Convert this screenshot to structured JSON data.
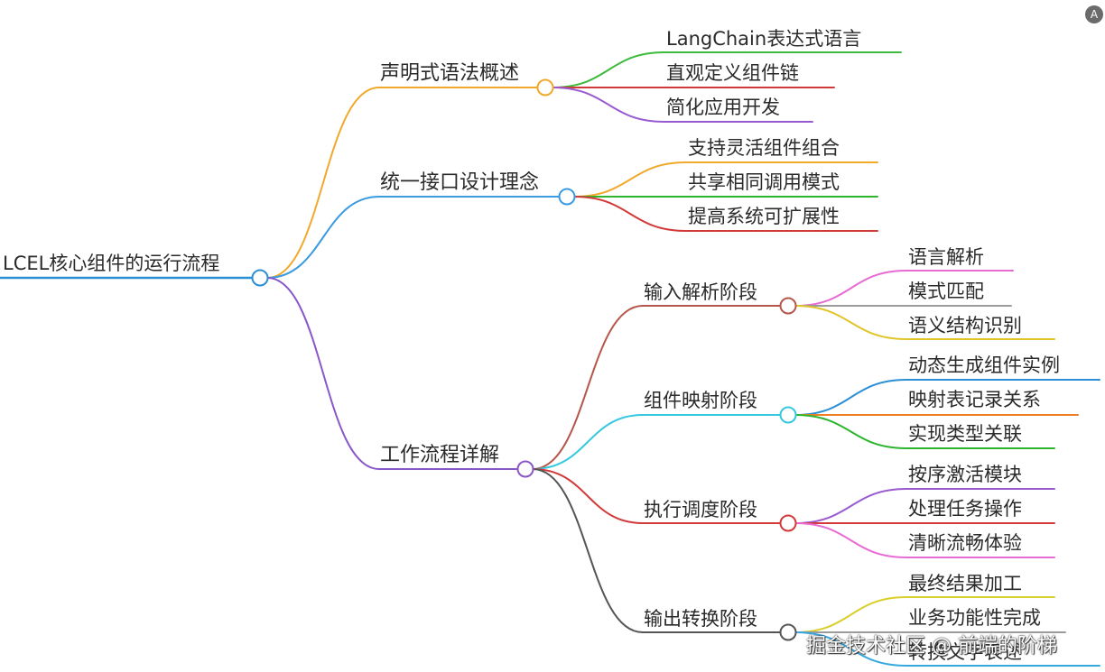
{
  "root": {
    "label": "LCEL核心组件的运行流程"
  },
  "branches": [
    {
      "label": "声明式语法概述",
      "items": [
        {
          "label": "LangChain表达式语言"
        },
        {
          "label": "直观定义组件链"
        },
        {
          "label": "简化应用开发"
        }
      ]
    },
    {
      "label": "统一接口设计理念",
      "items": [
        {
          "label": "支持灵活组件组合"
        },
        {
          "label": "共享相同调用模式"
        },
        {
          "label": "提高系统可扩展性"
        }
      ]
    },
    {
      "label": "工作流程详解",
      "stages": [
        {
          "label": "输入解析阶段",
          "items": [
            {
              "label": "语言解析"
            },
            {
              "label": "模式匹配"
            },
            {
              "label": "语义结构识别"
            }
          ]
        },
        {
          "label": "组件映射阶段",
          "items": [
            {
              "label": "动态生成组件实例"
            },
            {
              "label": "映射表记录关系"
            },
            {
              "label": "实现类型关联"
            }
          ]
        },
        {
          "label": "执行调度阶段",
          "items": [
            {
              "label": "按序激活模块"
            },
            {
              "label": "处理任务操作"
            },
            {
              "label": "清晰流畅体验"
            }
          ]
        },
        {
          "label": "输出转换阶段",
          "items": [
            {
              "label": "最终结果加工"
            },
            {
              "label": "业务功能性完成"
            },
            {
              "label": "转换文字表述"
            }
          ]
        }
      ]
    }
  ],
  "watermark": "掘金技术社区 @ 前端的阶梯",
  "colors": {
    "root": "#2b8fd6",
    "branch1": "#f0a92b",
    "branch2": "#3b9be0",
    "branch3": "#8a57c9",
    "b1_items": [
      "#3cbb3c",
      "#d23a3a",
      "#9a5bd0"
    ],
    "b2_items": [
      "#f0a92b",
      "#2db52d",
      "#d23a3a"
    ],
    "stages": [
      "#b5564a",
      "#35c8de",
      "#d23a3a",
      "#555555"
    ],
    "s1_items": [
      "#e86bd4",
      "#9b9b9b",
      "#e0c52a"
    ],
    "s2_items": [
      "#2b8fd6",
      "#ef7d22",
      "#2db52d"
    ],
    "s3_items": [
      "#9a5bd0",
      "#d23a3a",
      "#e86bd4"
    ],
    "s4_items": [
      "#d9cf2a",
      "#9b9b9b",
      "#35a8e0"
    ]
  }
}
